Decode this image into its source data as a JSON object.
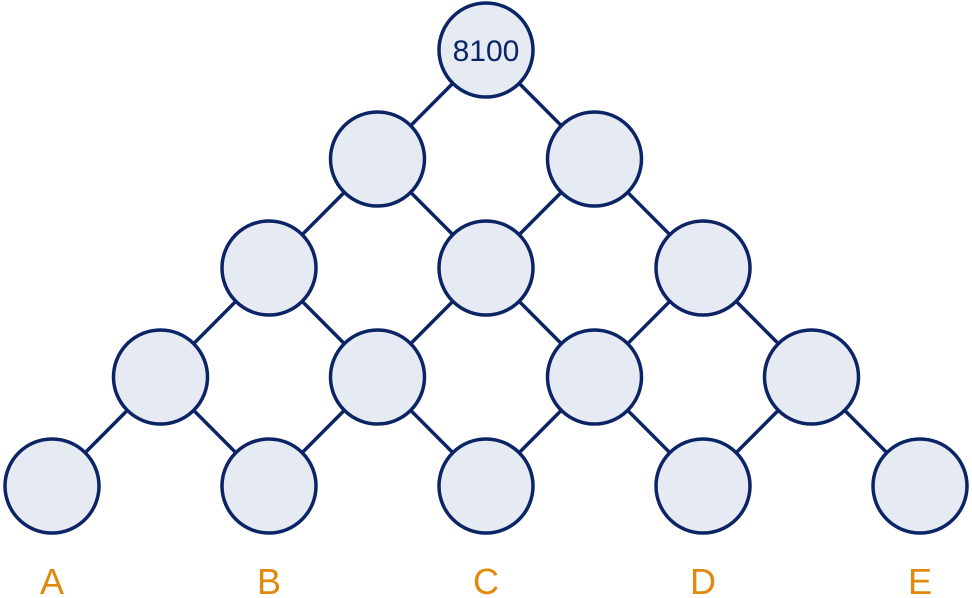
{
  "root_value": "8100",
  "column_labels": [
    "A",
    "B",
    "C",
    "D",
    "E"
  ],
  "rows": 5,
  "colors": {
    "node_fill": "#e6eaf2",
    "node_stroke": "#0b2466",
    "label_color": "#e0890a"
  }
}
